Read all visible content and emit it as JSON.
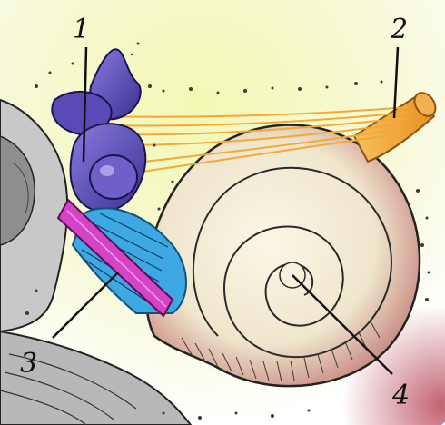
{
  "labels": {
    "label_1": "1",
    "label_2": "2",
    "label_3": "3",
    "label_4": "4"
  },
  "colors": {
    "background_glow": "#eef3a8",
    "shell": "#f2ecd6",
    "shell_shadow": "#cf9a8a",
    "vestibule": "#6a5ac8",
    "vestibule_dark": "#2a2470",
    "nerve": "#f0a830",
    "nerve_dark": "#c87818",
    "magenta_membrane": "#d040c8",
    "cyan_fibers": "#3aa8e0",
    "bone_grey": "#9a9a9a"
  }
}
